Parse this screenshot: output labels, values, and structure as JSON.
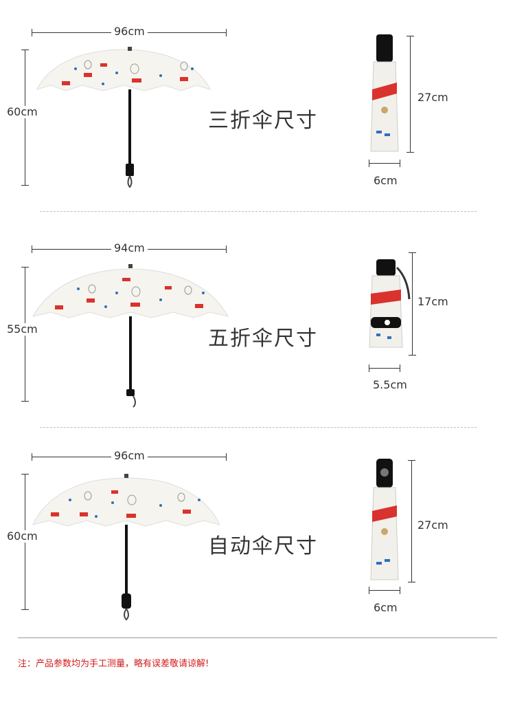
{
  "sections": [
    {
      "title": "三折伞尺寸",
      "open_width": "96cm",
      "open_height": "60cm",
      "closed_length": "27cm",
      "closed_width": "6cm"
    },
    {
      "title": "五折伞尺寸",
      "open_width": "94cm",
      "open_height": "55cm",
      "closed_length": "17cm",
      "closed_width": "5.5cm"
    },
    {
      "title": "自动伞尺寸",
      "open_width": "96cm",
      "open_height": "60cm",
      "closed_length": "27cm",
      "closed_width": "6cm"
    }
  ],
  "note": "注：产品参数均为手工测量，略有误差敬请谅解!",
  "colors": {
    "text": "#333333",
    "note": "#d21a1a",
    "canopy": "#f6f4ee",
    "handle": "#111111",
    "pattern_red": "#d9332e",
    "pattern_blue": "#2f6fc0"
  }
}
